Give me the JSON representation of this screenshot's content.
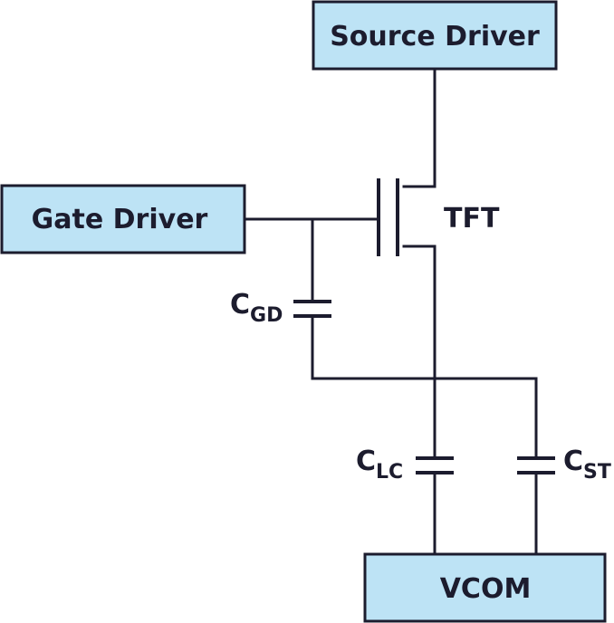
{
  "blocks": {
    "source_driver": "Source Driver",
    "gate_driver": "Gate Driver",
    "vcom": "VCOM"
  },
  "transistor": {
    "label": "TFT"
  },
  "capacitors": {
    "gd": {
      "main": "C",
      "sub": "GD"
    },
    "lc": {
      "main": "C",
      "sub": "LC"
    },
    "st": {
      "main": "C",
      "sub": "ST"
    }
  },
  "colors": {
    "block_fill": "#bde3f5",
    "line": "#1c1c2e"
  }
}
